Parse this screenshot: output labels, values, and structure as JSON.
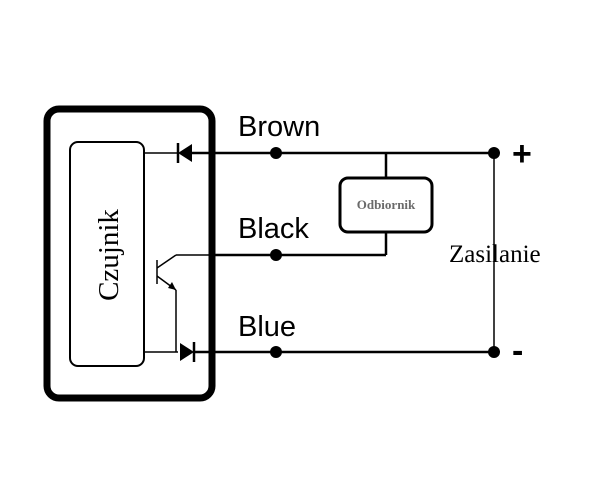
{
  "sensor": {
    "label": "Czujnik"
  },
  "wires": [
    {
      "label": "Brown",
      "role": "positive"
    },
    {
      "label": "Black",
      "role": "output"
    },
    {
      "label": "Blue",
      "role": "negative"
    }
  ],
  "load": {
    "label": "Odbiornik"
  },
  "supply": {
    "label": "Zasilanie",
    "positive_symbol": "+",
    "negative_symbol": "-"
  }
}
